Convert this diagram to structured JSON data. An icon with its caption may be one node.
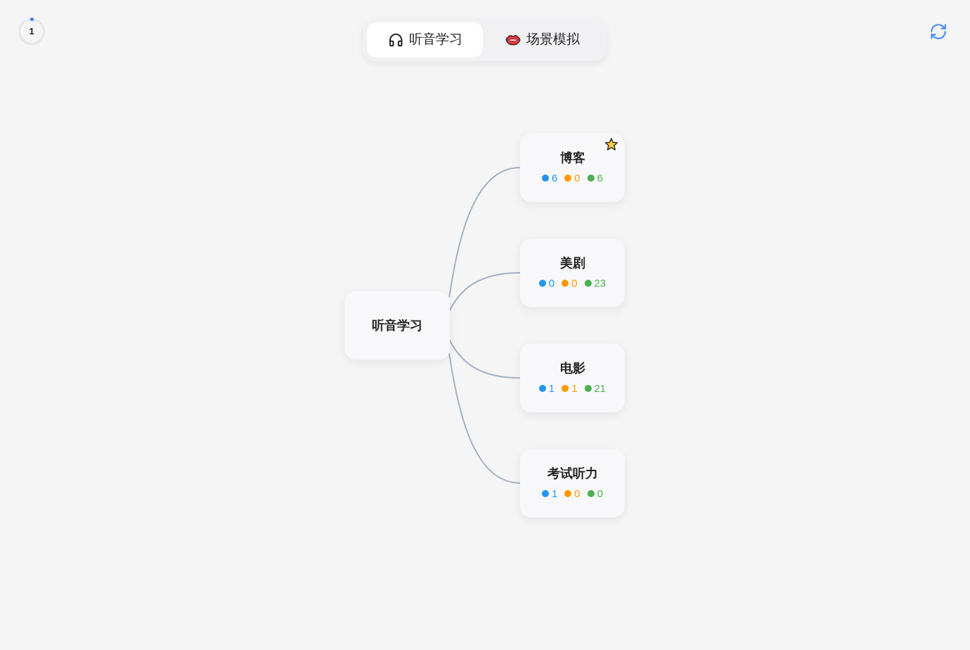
{
  "diagram": {
    "nodes": [
      {
        "text": [
          "听音学习"
        ]
      },
      {
        "text": [
          "博客",
          "6",
          "0",
          "6"
        ]
      },
      {
        "text": [
          "美剧",
          "0",
          "0",
          "23"
        ]
      },
      {
        "text": [
          "电影",
          "1",
          "1",
          "21"
        ]
      },
      {
        "text": [
          "考试听力",
          "1",
          "0",
          "0"
        ]
      }
    ],
    "edges": [
      {
        "from": 0,
        "to": 1,
        "arrow": "none"
      },
      {
        "from": 0,
        "to": 2,
        "arrow": "none"
      },
      {
        "from": 0,
        "to": 3,
        "arrow": "none"
      },
      {
        "from": 0,
        "to": 4,
        "arrow": "none"
      }
    ],
    "labels": [
      "1",
      "听音学习",
      "场景模拟"
    ]
  }
}
